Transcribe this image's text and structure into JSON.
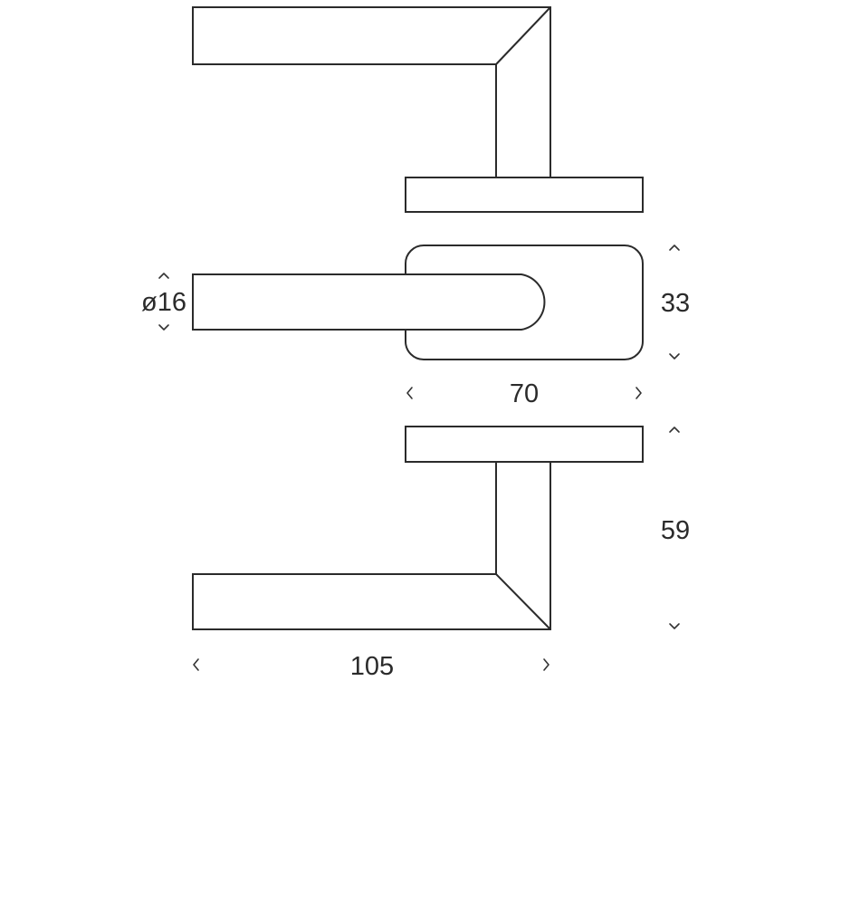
{
  "dimensions": {
    "rod_diameter": "ø16",
    "rose_height": "33",
    "rose_width": "70",
    "projection": "59",
    "lever_length": "105"
  },
  "colors": {
    "line": "#2b2b2b",
    "background": "#ffffff"
  }
}
